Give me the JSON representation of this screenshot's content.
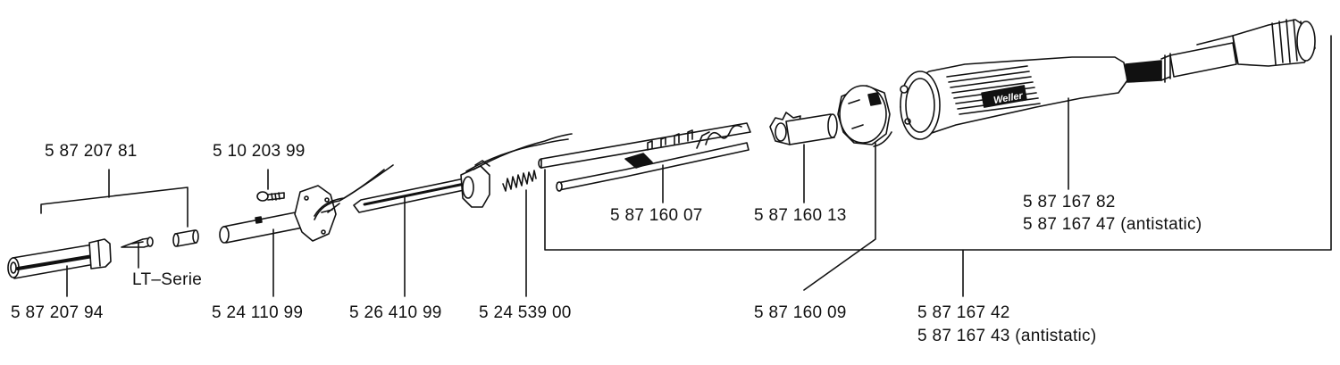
{
  "labels": {
    "tip_assembly": "5 87 207 81",
    "screw": "5 10 203 99",
    "lt_series": "LT–Serie",
    "sleeve": "5 87 207 94",
    "heater_tube": "5 24 110 99",
    "heating_element": "5 26 410 99",
    "spring": "5 24 539 00",
    "contact_carrier": "5 87 160 07",
    "bushing": "5 87 160 13",
    "nut": "5 87 160 09",
    "handle": "5 87 167 82",
    "handle_antistatic": "5 87 167 47 (antistatic)",
    "complete": "5 87 167 42",
    "complete_antistatic": "5 87 167 43  (antistatic)",
    "brand": "Weller"
  }
}
